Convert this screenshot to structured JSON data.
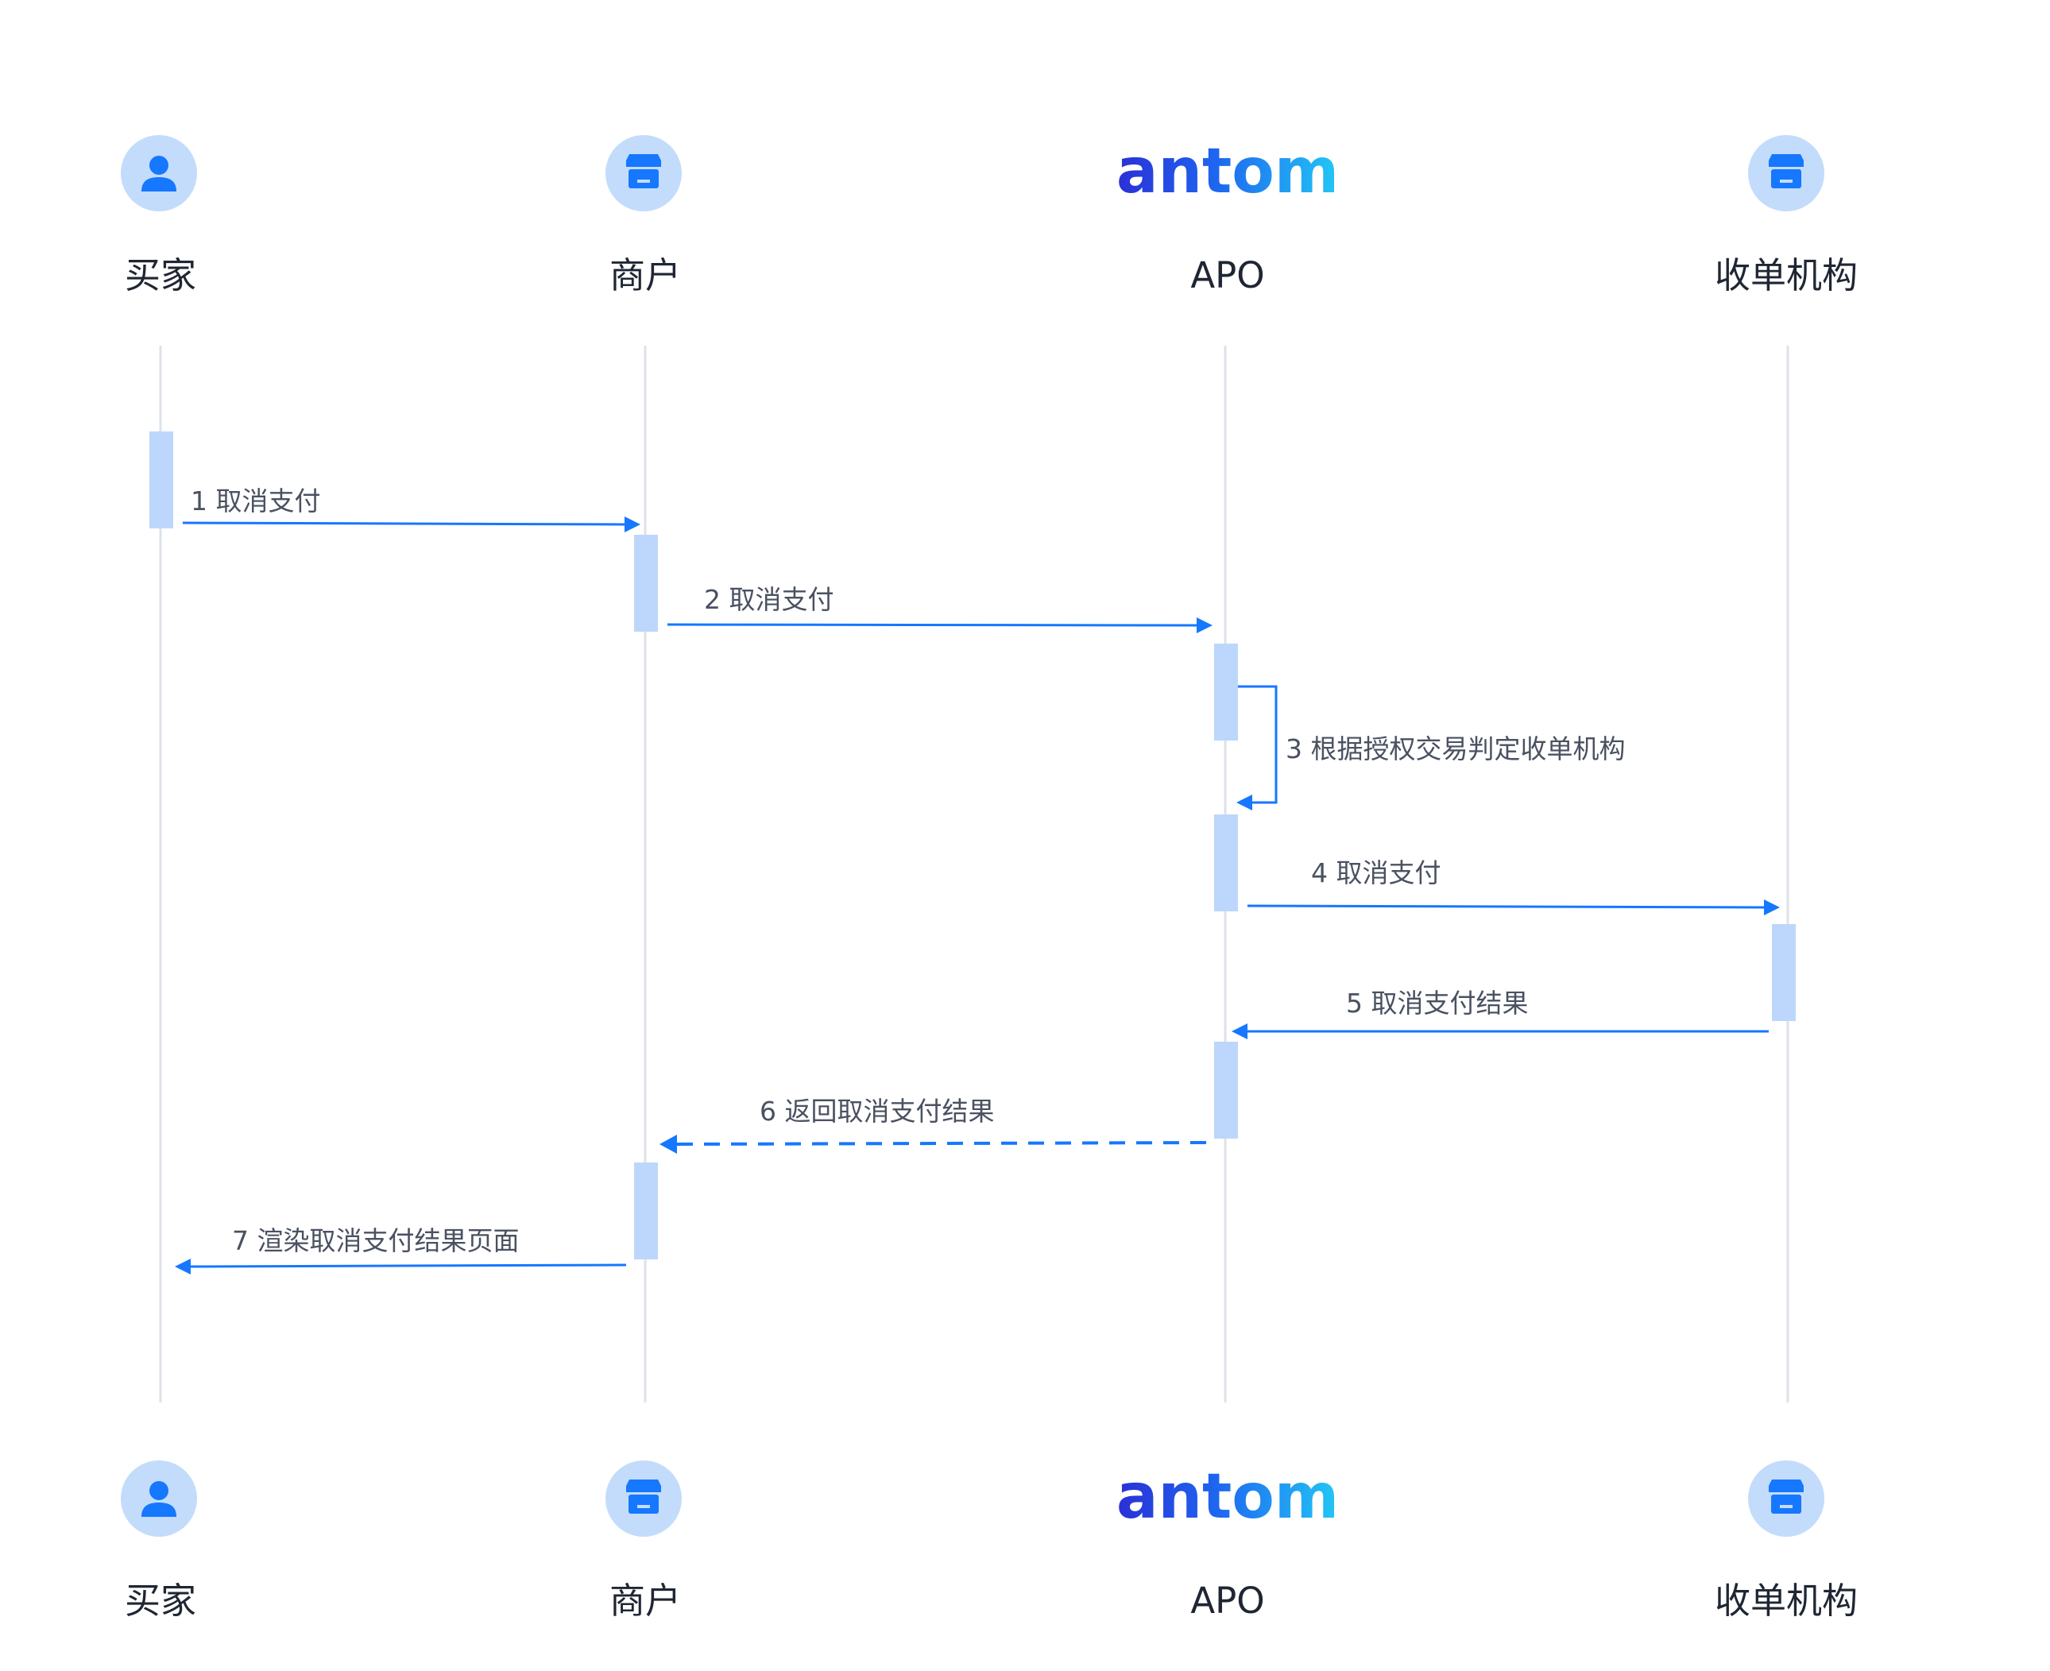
{
  "colors": {
    "accent": "#1677ff",
    "activation": "#bcd7fb",
    "icon_bg": "#c3dcfb",
    "icon_fg": "#1677ff",
    "lifeline": "#dde2ea",
    "logo_gradient": [
      "#2a30d6",
      "#1e66f0",
      "#22c7f5"
    ]
  },
  "participants": [
    {
      "id": "buyer",
      "label": "买家",
      "icon": "user-icon"
    },
    {
      "id": "merchant",
      "label": "商户",
      "icon": "store-icon"
    },
    {
      "id": "apo",
      "label": "APO",
      "icon": "antom-logo",
      "logo_text": "antom"
    },
    {
      "id": "acquirer",
      "label": "收单机构",
      "icon": "store-icon"
    }
  ],
  "messages": [
    {
      "from": "buyer",
      "to": "merchant",
      "label": "1 取消支付",
      "style": "solid"
    },
    {
      "from": "merchant",
      "to": "apo",
      "label": "2 取消支付",
      "style": "solid"
    },
    {
      "from": "apo",
      "to": "apo",
      "label": "3 根据授权交易判定收单机构",
      "style": "self"
    },
    {
      "from": "apo",
      "to": "acquirer",
      "label": "4 取消支付",
      "style": "solid"
    },
    {
      "from": "acquirer",
      "to": "apo",
      "label": "5 取消支付结果",
      "style": "solid"
    },
    {
      "from": "apo",
      "to": "merchant",
      "label": "6 返回取消支付结果",
      "style": "dashed"
    },
    {
      "from": "merchant",
      "to": "buyer",
      "label": "7 渲染取消支付结果页面",
      "style": "solid"
    }
  ]
}
